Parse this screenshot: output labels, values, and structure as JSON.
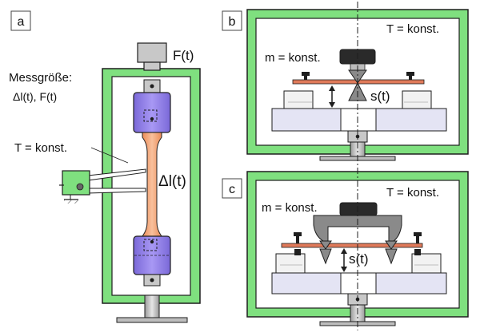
{
  "panels": {
    "a": {
      "tag": "a",
      "force_label": "F(t)",
      "measure_title": "Messgröße:",
      "measure_values": "Δl(t), F(t)",
      "temp_label": "T = konst.",
      "elongation_label": "Δl(t)"
    },
    "b": {
      "tag": "b",
      "temp_label": "T = konst.",
      "mass_label": "m = konst.",
      "displacement_label": "s(t)"
    },
    "c": {
      "tag": "c",
      "temp_label": "T = konst.",
      "mass_label": "m = konst.",
      "displacement_label": "s(t)"
    }
  },
  "colors": {
    "frame_green": "#7fe07f",
    "frame_stroke": "#1e1e1e",
    "grip_blue": "#8c7be8",
    "specimen_orange": "#f2a57c",
    "sample_bar": "#e07a5a",
    "base_lavender": "#e4e4f4",
    "metal_grey": "#c8c8c8",
    "weight_black": "#2a2a2a",
    "support_grey": "#8a8a8a"
  }
}
